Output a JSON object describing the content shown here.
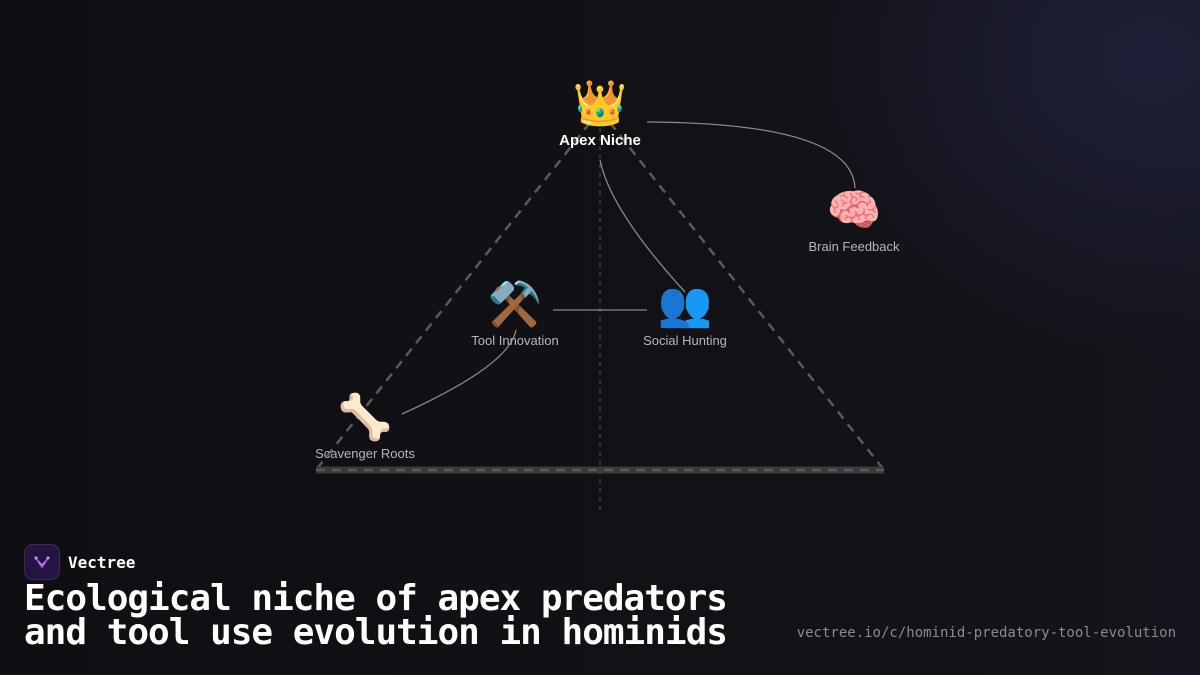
{
  "diagram": {
    "nodes": {
      "apex": {
        "label": "Apex Niche",
        "icon": "crown-icon",
        "glyph": "👑"
      },
      "brain": {
        "label": "Brain Feedback",
        "icon": "brain-icon",
        "glyph": "🧠"
      },
      "tool": {
        "label": "Tool Innovation",
        "icon": "hammer-pick-icon",
        "glyph": "⚒️"
      },
      "social": {
        "label": "Social Hunting",
        "icon": "people-icon",
        "glyph": "👥"
      },
      "scavenger": {
        "label": "Scavenger Roots",
        "icon": "bone-icon",
        "glyph": "🦴"
      }
    }
  },
  "footer": {
    "brand_name": "Vectree",
    "title": "Ecological niche of apex predators and tool use evolution in hominids",
    "url": "vectree.io/c/hominid-predatory-tool-evolution"
  },
  "colors": {
    "background": "#0f0f13",
    "connector": "#8a8a8a",
    "dashed": "#555555",
    "logo_accent": "#a14fd6"
  }
}
